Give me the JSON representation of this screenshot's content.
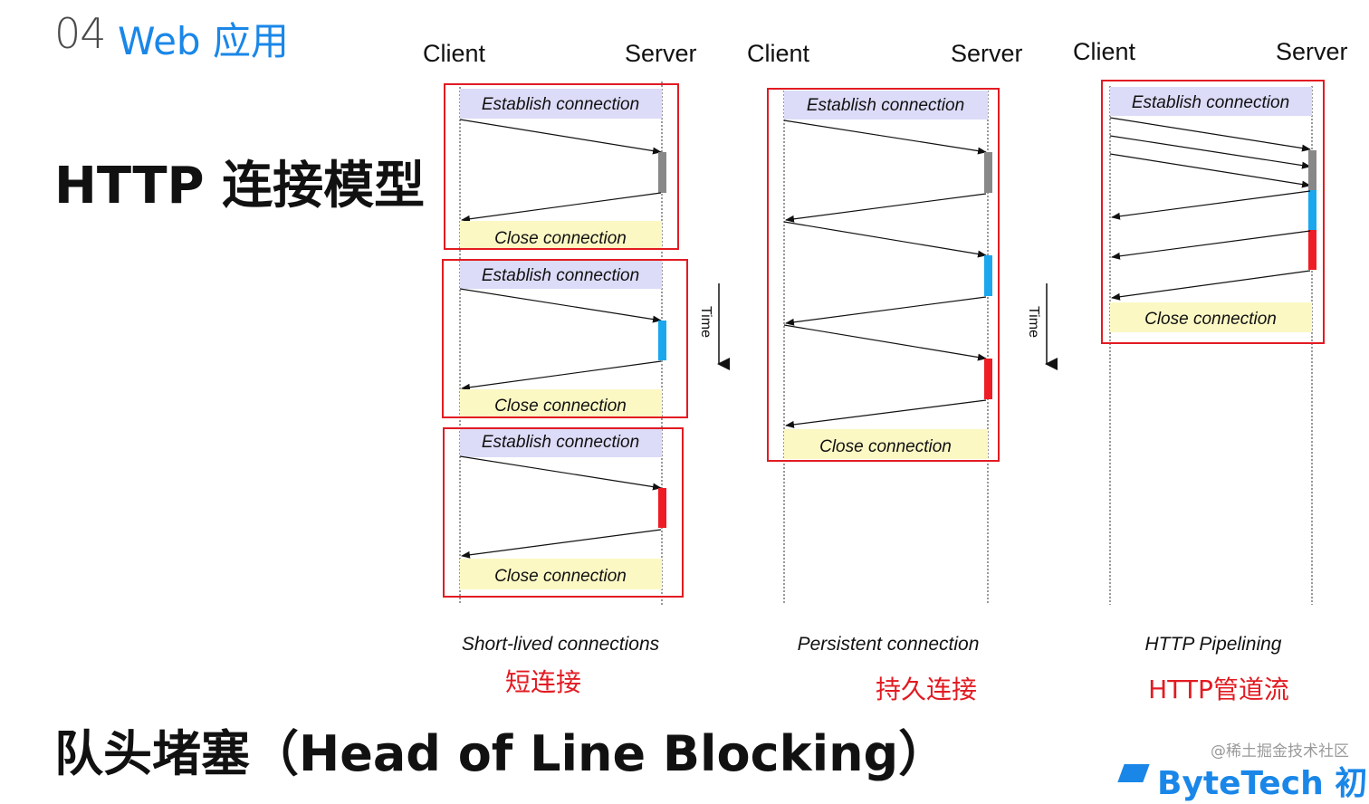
{
  "header": {
    "section_number": "04",
    "section_title": "Web 应用"
  },
  "main_heading": "HTTP 连接模型",
  "bottom_heading": "队头堵塞（Head of Line Blocking）",
  "watermark": "@稀土掘金技术社区",
  "logo_text": "ByteTech 初阶",
  "colors": {
    "section_title": "#1a87e8",
    "frame_red": "#e21b22",
    "establish_fill": "#dcdcf8",
    "close_fill": "#fbf8c4",
    "gray_bar": "#888888",
    "blue_bar": "#1aa7ee",
    "red_bar": "#ee1c25"
  },
  "diagrams": [
    {
      "id": "short-lived",
      "client_label": "Client",
      "server_label": "Server",
      "establish_label": "Establish connection",
      "close_label": "Close connection",
      "caption": "Short-lived connections",
      "cn_caption": "短连接"
    },
    {
      "id": "persistent",
      "client_label": "Client",
      "server_label": "Server",
      "establish_label": "Establish connection",
      "close_label": "Close connection",
      "caption": "Persistent connection",
      "cn_caption": "持久连接"
    },
    {
      "id": "pipelining",
      "client_label": "Client",
      "server_label": "Server",
      "establish_label": "Establish connection",
      "close_label": "Close connection",
      "caption": "HTTP Pipelining",
      "cn_caption": "HTTP管道流"
    }
  ],
  "time_label": "Time"
}
